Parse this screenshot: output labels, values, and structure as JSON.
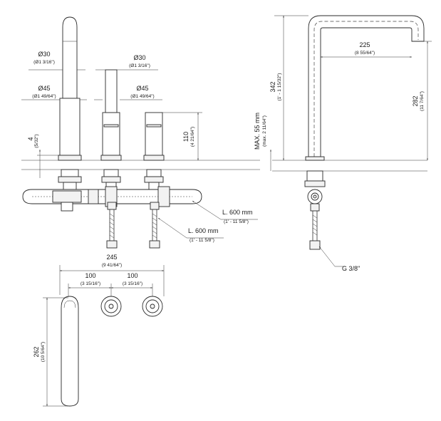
{
  "front_view": {
    "spout_diameter": "Ø30",
    "spout_diameter_in": "(Ø1 3/16\")",
    "handle_diameter": "Ø30",
    "handle_diameter_in": "(Ø1 3/16\")",
    "spout_base_diameter": "Ø45",
    "spout_base_diameter_in": "(Ø1 49/64\")",
    "handle_base_diameter": "Ø45",
    "handle_base_diameter_in": "(Ø1 49/64\")",
    "base_height": "4",
    "base_height_in": "(5/32\")",
    "handle_height": "110",
    "handle_height_in": "(4 21/64\")",
    "hose_length_1": "L. 600 mm",
    "hose_length_1_in": "(1' - 11 5/8\")",
    "hose_length_2": "L. 600 mm",
    "hose_length_2_in": "(1' - 11 5/8\")"
  },
  "side_view": {
    "reach": "225",
    "reach_in": "(8 55/64\")",
    "total_height": "342",
    "total_height_in": "(1' - 1 15/32\")",
    "outlet_height": "282",
    "outlet_height_in": "(11 7/64\")",
    "deck_thickness": "MAX. 55 mm",
    "deck_thickness_in": "(max. 2 11/64\")",
    "connection": "G 3/8\""
  },
  "top_view": {
    "overall_width": "245",
    "overall_width_in": "(9 41/64\")",
    "spacing_1": "100",
    "spacing_1_in": "(3 15/16\")",
    "spacing_2": "100",
    "spacing_2_in": "(3 15/16\")",
    "spout_length": "262",
    "spout_length_in": "(10 5/64\")"
  }
}
